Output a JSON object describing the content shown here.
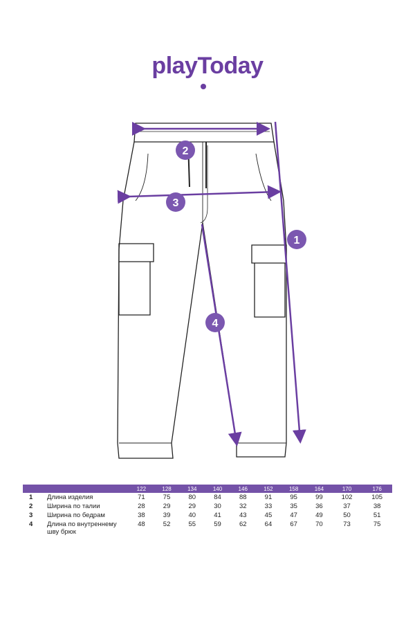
{
  "brand": {
    "logo_text": "playToday",
    "accent_color": "#6a3ea1"
  },
  "diagram": {
    "markers": [
      {
        "id": "1",
        "icon": "arrow-vertical"
      },
      {
        "id": "2",
        "icon": "arrow-horizontal"
      },
      {
        "id": "3",
        "icon": "arrow-horizontal"
      },
      {
        "id": "4",
        "icon": "arrow-diagonal"
      }
    ]
  },
  "size_table": {
    "columns": [
      "122",
      "128",
      "134",
      "140",
      "146",
      "152",
      "158",
      "164",
      "170",
      "176"
    ],
    "rows": [
      {
        "num": "1",
        "label": "Длина изделия",
        "values": [
          "71",
          "75",
          "80",
          "84",
          "88",
          "91",
          "95",
          "99",
          "102",
          "105"
        ]
      },
      {
        "num": "2",
        "label": "Ширина по талии",
        "values": [
          "28",
          "29",
          "29",
          "30",
          "32",
          "33",
          "35",
          "36",
          "37",
          "38"
        ]
      },
      {
        "num": "3",
        "label": "Ширина по бедрам",
        "values": [
          "38",
          "39",
          "40",
          "41",
          "43",
          "45",
          "47",
          "49",
          "50",
          "51"
        ]
      },
      {
        "num": "4",
        "label": "Длина по внутреннему шву брюк",
        "values": [
          "48",
          "52",
          "55",
          "59",
          "62",
          "64",
          "67",
          "70",
          "73",
          "75"
        ]
      }
    ]
  }
}
